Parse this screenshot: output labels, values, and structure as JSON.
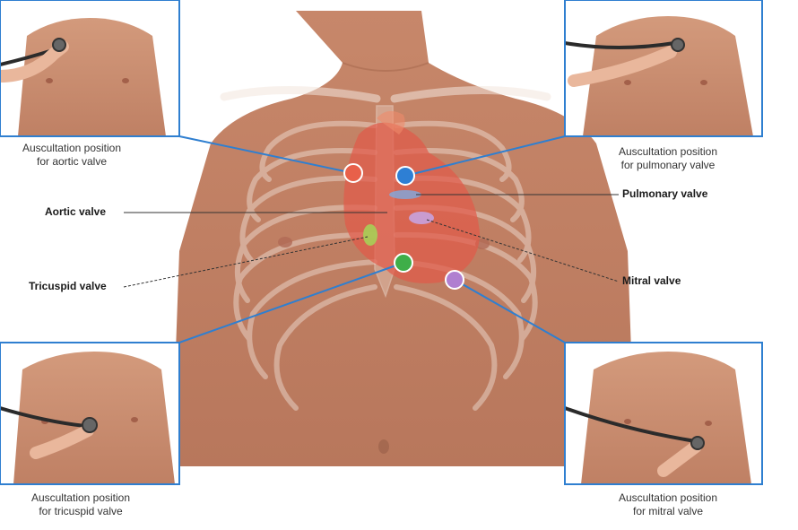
{
  "colors": {
    "frame": "#2f7fd0",
    "skin": "#c98a6c",
    "heart": "#e05a4a",
    "aortic": "#e8604a",
    "pulmonary": "#2e7fd4",
    "tricuspid": "#3fae49",
    "mitral": "#b07fd0"
  },
  "captions": {
    "aortic": [
      "Auscultation position",
      "for aortic valve"
    ],
    "pulmonary": [
      "Auscultation position",
      "for pulmonary valve"
    ],
    "tricuspid": [
      "Auscultation position",
      "for tricuspid valve"
    ],
    "mitral": [
      "Auscultation position",
      "for mitral valve"
    ]
  },
  "labels": {
    "aortic": "Aortic valve",
    "pulmonary": "Pulmonary valve",
    "tricuspid": "Tricuspid valve",
    "mitral": "Mitral valve"
  },
  "icons": {
    "stethoscope": "stethoscope-icon"
  }
}
